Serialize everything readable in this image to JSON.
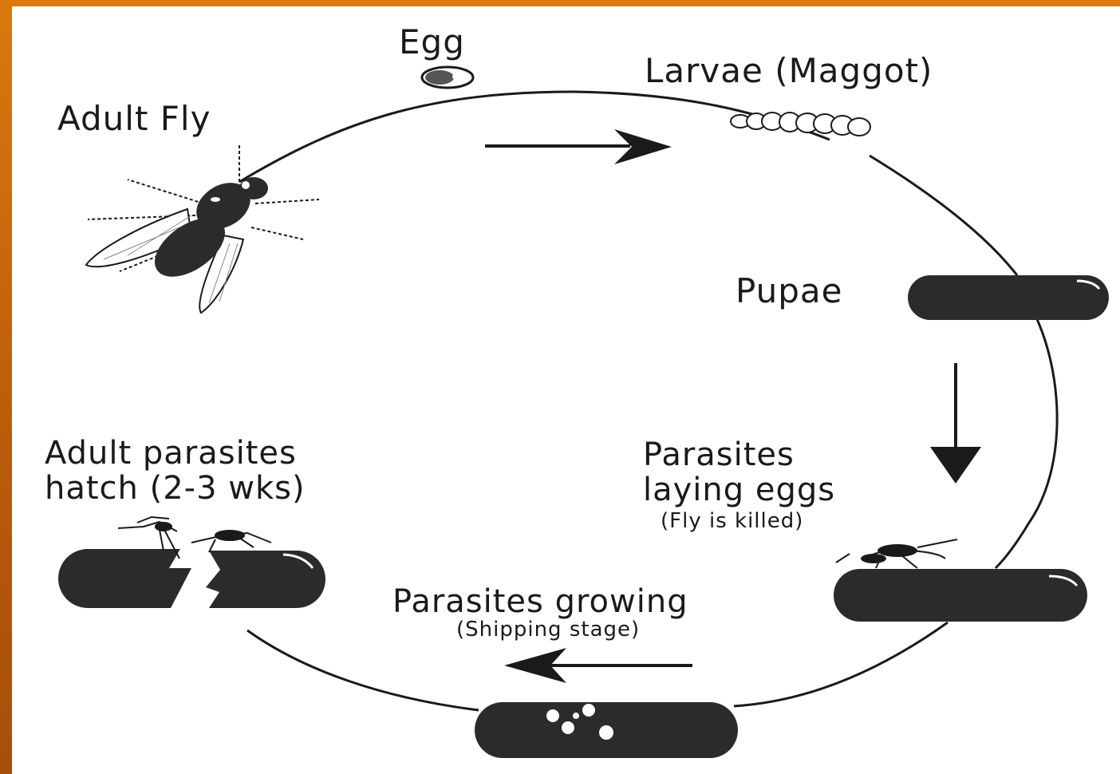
{
  "diagram": {
    "labels": {
      "egg": "Egg",
      "larvae": "Larvae (Maggot)",
      "adult_fly": "Adult Fly",
      "pupae": "Pupae",
      "parasites_laying_line1": "Parasites",
      "parasites_laying_line2": "laying eggs",
      "fly_killed": "(Fly is killed)",
      "parasites_growing": "Parasites growing",
      "shipping_stage": "(Shipping stage)",
      "adult_parasites_line1": "Adult parasites",
      "adult_parasites_line2": "hatch (2-3 wks)"
    },
    "colors": {
      "frame": "#c8660c",
      "ink": "#1a1a1a",
      "pupa_fill": "#2b2b2b"
    },
    "icons": [
      "fly-icon",
      "egg-icon",
      "larva-icon",
      "pupa-icon",
      "parasite-wasp-icon",
      "arrow-right-icon",
      "arrow-down-icon",
      "arrow-left-icon"
    ]
  }
}
